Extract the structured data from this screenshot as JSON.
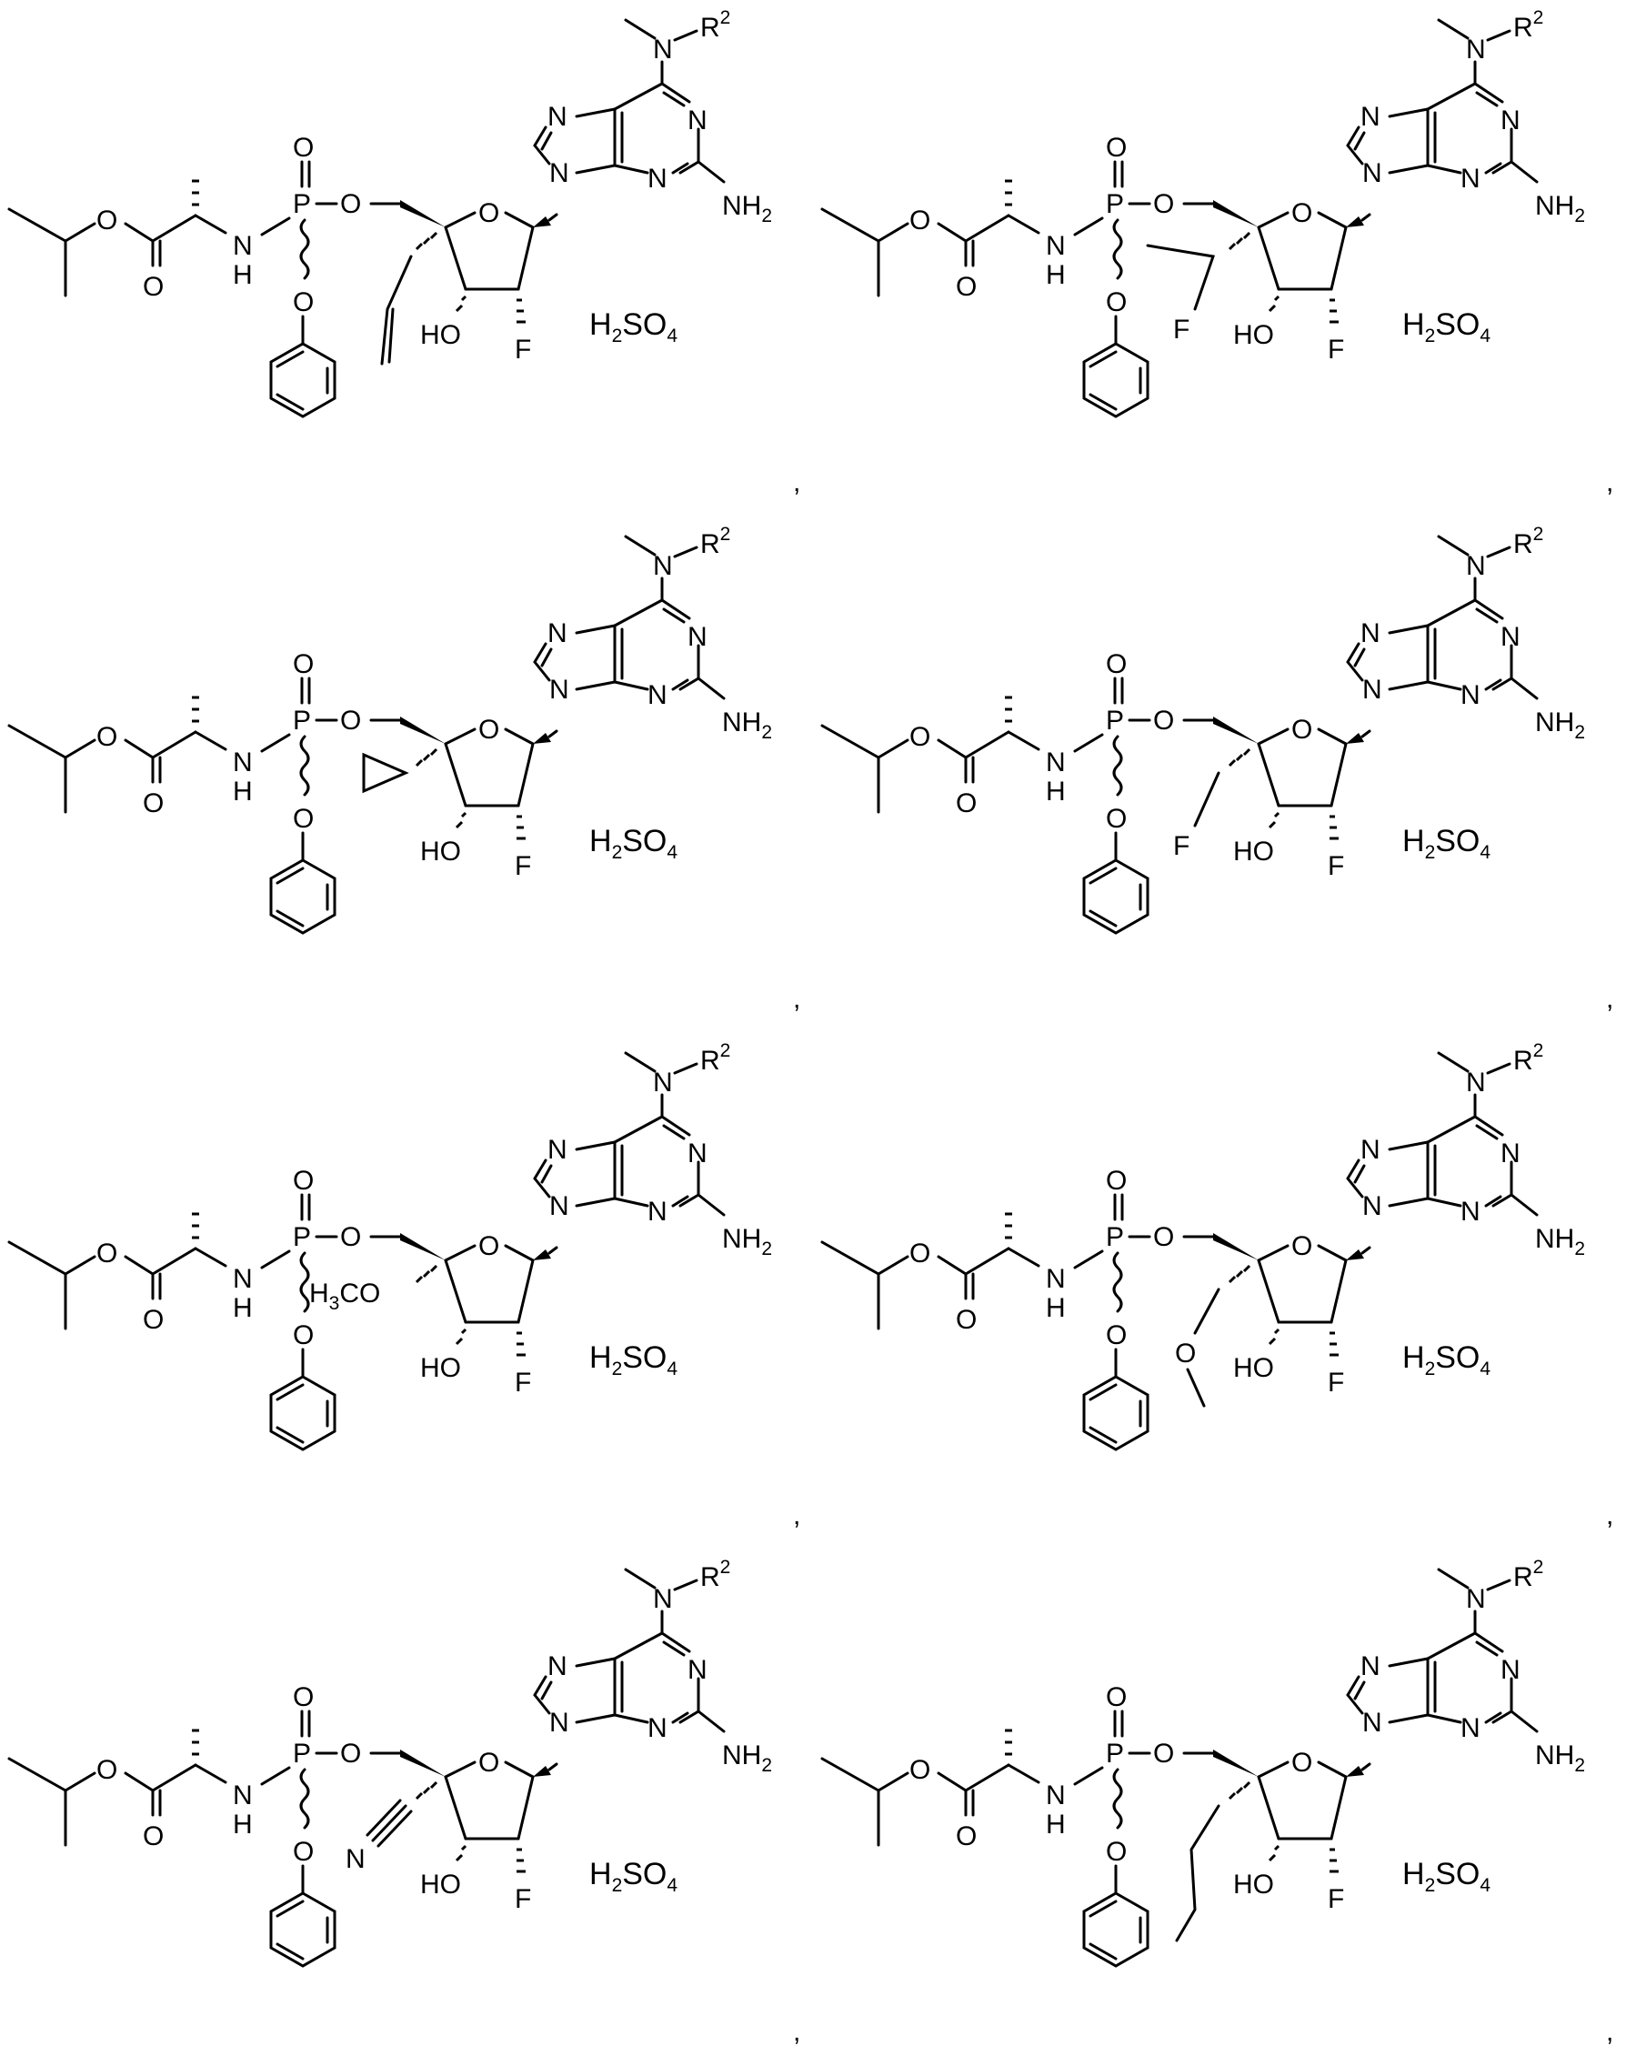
{
  "page": {
    "description": "Patent document page showing eight phosphoramidate nucleoside prodrug structures as sulfuric acid salts",
    "separator": ","
  },
  "common_labels": {
    "amine_N": "N",
    "amine_R": "R",
    "amine_R_sup": "2",
    "purine_N": "N",
    "nh2_main": "NH",
    "nh2_sub": "2",
    "ester_O": "O",
    "carbonyl_O": "O",
    "nh_N": "N",
    "nh_H": "H",
    "phosphorus": "P",
    "p_oxo": "O",
    "p_ester_O": "O",
    "phenoxy_O": "O",
    "ring_O": "O",
    "hydroxyl": "HO",
    "fluoro": "F",
    "salt_H": "H",
    "salt_H_sub": "2",
    "salt_SO": "SO",
    "salt_O_sub": "4"
  },
  "structures": [
    {
      "id": 1,
      "position": "row1-left",
      "substituent_4prime": "allyl (vinyl chain)",
      "substituent_label": ""
    },
    {
      "id": 2,
      "position": "row1-right",
      "substituent_4prime": "1-fluoroethyl",
      "substituent_label": "F"
    },
    {
      "id": 3,
      "position": "row2-left",
      "substituent_4prime": "cyclopropyl",
      "substituent_label": ""
    },
    {
      "id": 4,
      "position": "row2-right",
      "substituent_4prime": "fluoromethyl",
      "substituent_label": "F"
    },
    {
      "id": 5,
      "position": "row3-left",
      "substituent_4prime": "methoxy",
      "substituent_label": "H",
      "substituent_label_sub": "3",
      "substituent_label_tail": "CO"
    },
    {
      "id": 6,
      "position": "row3-right",
      "substituent_4prime": "methoxymethyl",
      "substituent_label": "O"
    },
    {
      "id": 7,
      "position": "row4-left",
      "substituent_4prime": "cyano",
      "substituent_label": "N"
    },
    {
      "id": 8,
      "position": "row4-right",
      "substituent_4prime": "propyl",
      "substituent_label": ""
    }
  ]
}
